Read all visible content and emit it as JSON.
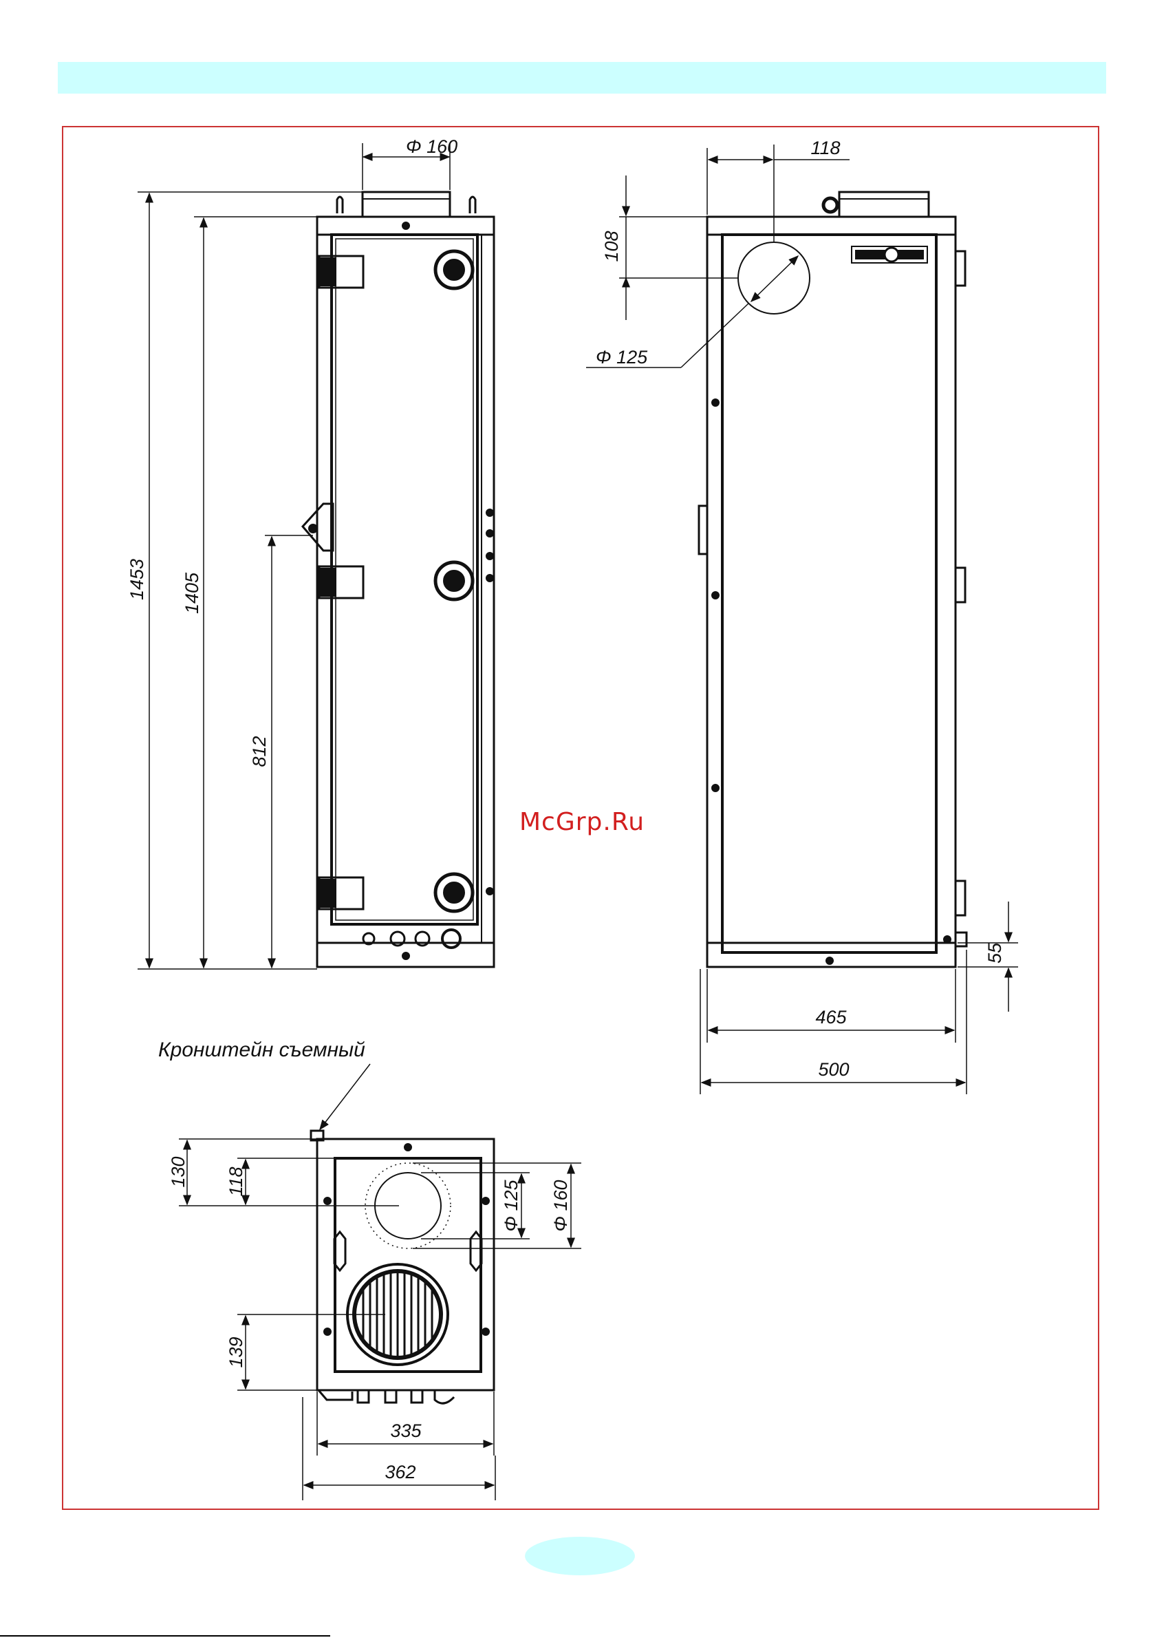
{
  "watermark": "McGrp.Ru",
  "colors": {
    "header": "#ccffff",
    "frame": "#cc3333",
    "watermark": "#d21f1f",
    "page_badge": "#ccffff"
  },
  "side_view": {
    "pipe_diameter": "Φ 160",
    "height_total": "1453",
    "height_body": "1405",
    "height_mount": "812"
  },
  "front_view": {
    "offset_horizontal": "118",
    "offset_vertical": "108",
    "outlet_diameter": "Φ 125",
    "foot_height": "55",
    "width_inner": "465",
    "width_outer": "500"
  },
  "top_view": {
    "bracket_label": "Кронштейн съемный",
    "dim_130": "130",
    "dim_118": "118",
    "dim_d125": "Φ 125",
    "dim_d160": "Φ 160",
    "dim_139": "139",
    "width_inner": "335",
    "width_outer": "362"
  }
}
